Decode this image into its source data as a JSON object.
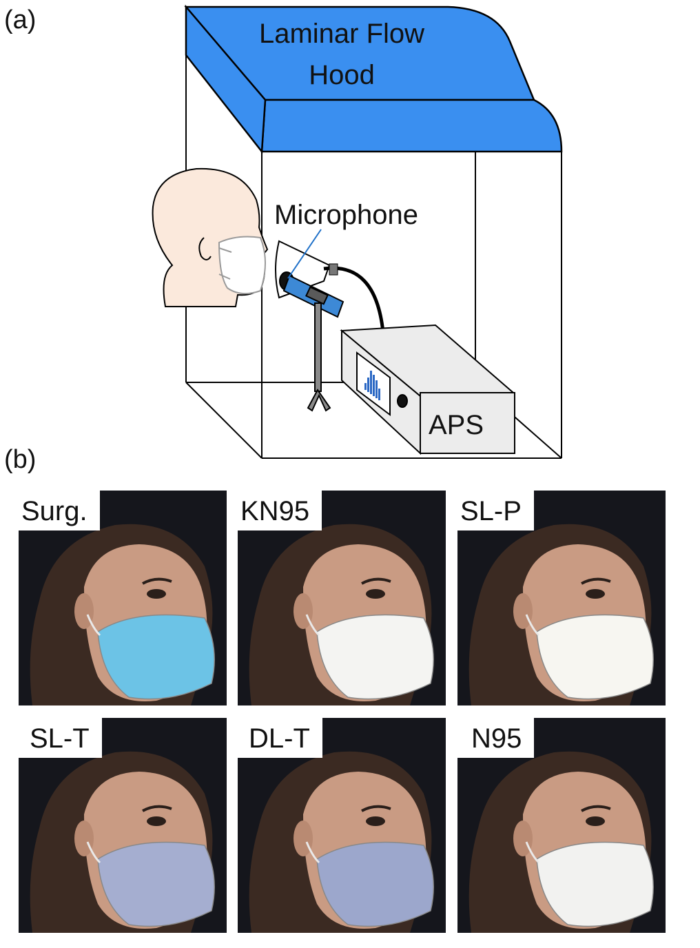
{
  "panels": {
    "a": "(a)",
    "b": "(b)"
  },
  "diagram": {
    "hood_label_line1": "Laminar Flow",
    "hood_label_line2": "Hood",
    "microphone_label": "Microphone",
    "instrument_label": "APS"
  },
  "masks": [
    {
      "label": "Surg.",
      "color": "#6cc3e6"
    },
    {
      "label": "KN95",
      "color": "#f4f4f2"
    },
    {
      "label": "SL-P",
      "color": "#f7f6f1"
    },
    {
      "label": "SL-T",
      "color": "#a5aed0"
    },
    {
      "label": "DL-T",
      "color": "#9ca7cc"
    },
    {
      "label": "N95",
      "color": "#f2f2f0"
    }
  ],
  "colors": {
    "hood_blue": "#3a8ff0",
    "skin": "#fbe9dc",
    "microphone_blue": "#3d89d6",
    "instrument_gray": "#ececec"
  }
}
